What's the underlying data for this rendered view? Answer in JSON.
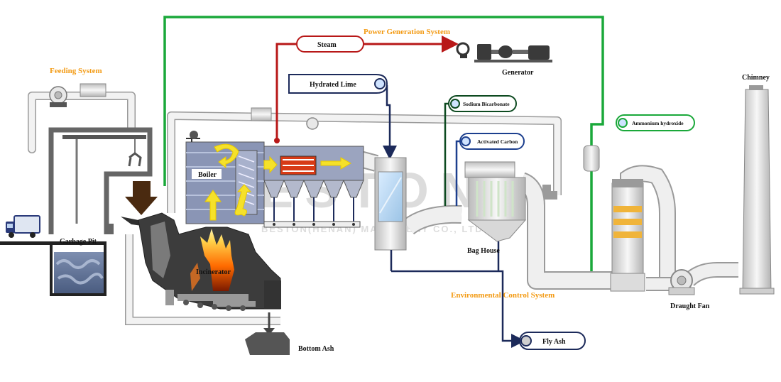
{
  "colors": {
    "green_line": "#1aa83a",
    "red_line": "#b81818",
    "navy_line": "#1c2a5a",
    "blue_line": "#1c3f8e",
    "orange_label": "#f39a12",
    "pipe_fill": "#e4e4e4",
    "pipe_stroke": "#8a8a8a",
    "arrow_yellow": "#f5e12a",
    "flame": "#ff8a1a",
    "dark": "#3c3c3c",
    "brown_arrow": "#4a2a10"
  },
  "systems": {
    "feeding": "Feeding System",
    "power": "Power Generation System",
    "environmental": "Environmental Control System"
  },
  "labels": {
    "garbage_pit": "Garbage Pit",
    "incinerator": "Incinerator",
    "boiler": "Boiler",
    "bottom_ash": "Bottom Ash",
    "generator": "Generator",
    "bag_house": "Bag House",
    "draught_fan": "Draught Fan",
    "chimney": "Chimney"
  },
  "tags": {
    "steam": "Steam",
    "hydrated_lime": "Hydrated Lime",
    "sodium_bicarbonate": "Sodium Bicarbonate",
    "activated_carbon": "Activated Carbon",
    "ammonium_hydroxide": "Ammonium hydroxide",
    "fly_ash": "Fly Ash"
  },
  "watermark": {
    "main": "BESTON",
    "sub": "BESTON(HENAN) MACHINERY CO., LTD."
  },
  "icons": {
    "truck": "garbage-truck-icon",
    "crane": "crane-grab-icon",
    "blower": "blower-fan-icon",
    "generator": "generator-icon",
    "fan": "draught-fan-icon"
  }
}
